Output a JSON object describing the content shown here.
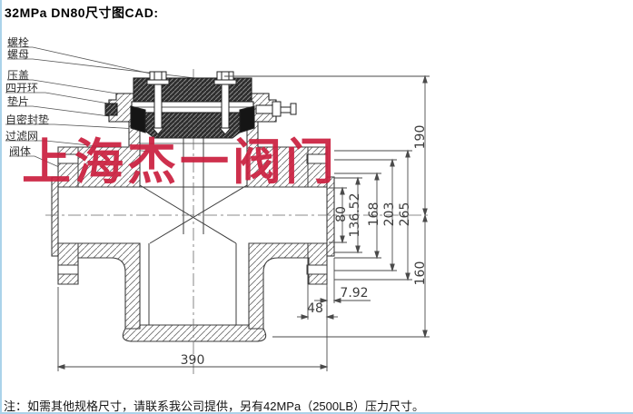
{
  "page": {
    "title": "32MPa DN80尺寸图CAD:",
    "note": "注：如需其他规格尺寸，请联系我公司提供，另有42MPa（2500LB）压力尺寸。",
    "border_color": "#abd3ea",
    "background": "#ffffff"
  },
  "watermark": {
    "text": "上海杰一阀门",
    "color": "#cb2140"
  },
  "drawing": {
    "type": "valve-strainer-cross-section",
    "part_labels": [
      {
        "label": "螺栓"
      },
      {
        "label": "螺母"
      },
      {
        "label": "压盖"
      },
      {
        "label": "四开环"
      },
      {
        "label": "垫片"
      },
      {
        "label": "自密封垫"
      },
      {
        "label": "过滤网"
      },
      {
        "label": "阀体"
      }
    ],
    "dimensions": {
      "bore": "80",
      "raised_face": "136.52",
      "gasket": "168",
      "bolt_circle": "203",
      "flange_od": "265",
      "height_top": "190",
      "height_bottom": "160",
      "rf_height": "7.92",
      "flange_thickness": "48",
      "overall_length": "390"
    },
    "line_color": "#3c3c3c",
    "dim_color": "#4a4a4a"
  }
}
